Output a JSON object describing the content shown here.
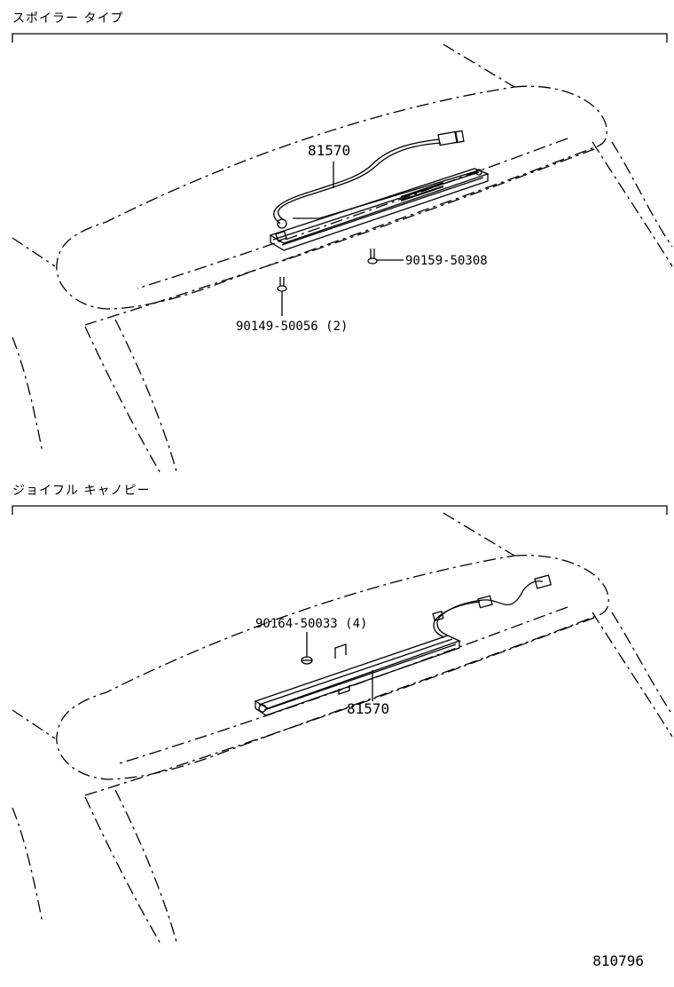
{
  "sections": [
    {
      "title": "スポイラー タイプ",
      "parts": [
        {
          "number": "81570"
        },
        {
          "number": "90159-50308"
        },
        {
          "number": "90149-50056 (2)"
        }
      ]
    },
    {
      "title": "ジョイフル キャノピー",
      "parts": [
        {
          "number": "90164-50033 (4)"
        },
        {
          "number": "81570"
        }
      ]
    }
  ],
  "drawing_number": "810796"
}
